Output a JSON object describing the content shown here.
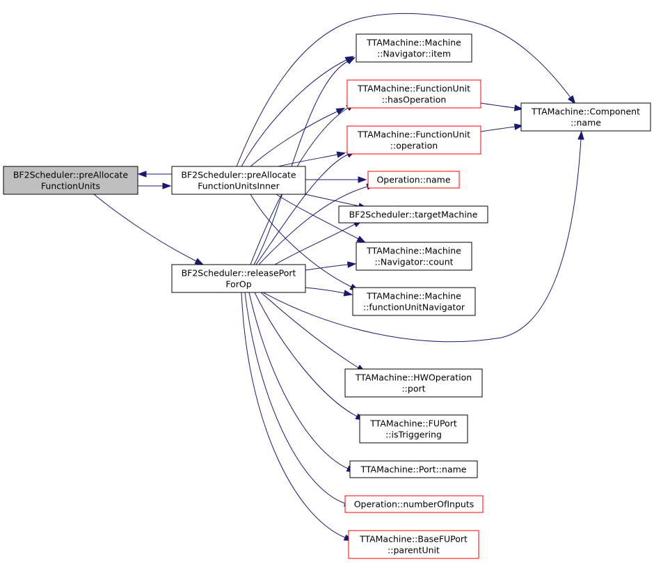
{
  "colors": {
    "edge": "#191970",
    "border_normal": "#000000",
    "border_incomplete": "#ff0000",
    "fill_focus": "#bfbfbf",
    "fill_normal": "#ffffff"
  },
  "nodes": [
    {
      "id": "preAllocate",
      "lines": [
        "BF2Scheduler::preAllocate",
        "FunctionUnits"
      ],
      "style": "focus"
    },
    {
      "id": "preAllocateInner",
      "lines": [
        "BF2Scheduler::preAllocate",
        "FunctionUnitsInner"
      ],
      "style": "normal"
    },
    {
      "id": "releasePort",
      "lines": [
        "BF2Scheduler::releasePort",
        "ForOp"
      ],
      "style": "normal"
    },
    {
      "id": "navItem",
      "lines": [
        "TTAMachine::Machine",
        "::Navigator::item"
      ],
      "style": "normal"
    },
    {
      "id": "fuHasOp",
      "lines": [
        "TTAMachine::FunctionUnit",
        "::hasOperation"
      ],
      "style": "incomplete"
    },
    {
      "id": "fuOperation",
      "lines": [
        "TTAMachine::FunctionUnit",
        "::operation"
      ],
      "style": "incomplete"
    },
    {
      "id": "compName",
      "lines": [
        "TTAMachine::Component",
        "::name"
      ],
      "style": "normal"
    },
    {
      "id": "opName",
      "lines": [
        "Operation::name"
      ],
      "style": "incomplete"
    },
    {
      "id": "targetMachine",
      "lines": [
        "BF2Scheduler::targetMachine"
      ],
      "style": "normal"
    },
    {
      "id": "navCount",
      "lines": [
        "TTAMachine::Machine",
        "::Navigator::count"
      ],
      "style": "normal"
    },
    {
      "id": "fuNavigator",
      "lines": [
        "TTAMachine::Machine",
        "::functionUnitNavigator"
      ],
      "style": "normal"
    },
    {
      "id": "hwPort",
      "lines": [
        "TTAMachine::HWOperation",
        "::port"
      ],
      "style": "normal"
    },
    {
      "id": "isTriggering",
      "lines": [
        "TTAMachine::FUPort",
        "::isTriggering"
      ],
      "style": "normal"
    },
    {
      "id": "portName",
      "lines": [
        "TTAMachine::Port::name"
      ],
      "style": "normal"
    },
    {
      "id": "numInputs",
      "lines": [
        "Operation::numberOfInputs"
      ],
      "style": "incomplete"
    },
    {
      "id": "parentUnit",
      "lines": [
        "TTAMachine::BaseFUPort",
        "::parentUnit"
      ],
      "style": "incomplete"
    }
  ],
  "edges": [
    {
      "from": "preAllocate",
      "to": "preAllocateInner"
    },
    {
      "from": "preAllocate",
      "to": "releasePort"
    },
    {
      "from": "preAllocateInner",
      "to": "preAllocate"
    },
    {
      "from": "preAllocateInner",
      "to": "navItem"
    },
    {
      "from": "preAllocateInner",
      "to": "fuHasOp"
    },
    {
      "from": "preAllocateInner",
      "to": "fuOperation"
    },
    {
      "from": "preAllocateInner",
      "to": "compName"
    },
    {
      "from": "preAllocateInner",
      "to": "opName"
    },
    {
      "from": "preAllocateInner",
      "to": "targetMachine"
    },
    {
      "from": "preAllocateInner",
      "to": "navCount"
    },
    {
      "from": "preAllocateInner",
      "to": "fuNavigator"
    },
    {
      "from": "releasePort",
      "to": "navItem"
    },
    {
      "from": "releasePort",
      "to": "fuHasOp"
    },
    {
      "from": "releasePort",
      "to": "fuOperation"
    },
    {
      "from": "releasePort",
      "to": "opName"
    },
    {
      "from": "releasePort",
      "to": "targetMachine"
    },
    {
      "from": "releasePort",
      "to": "navCount"
    },
    {
      "from": "releasePort",
      "to": "fuNavigator"
    },
    {
      "from": "releasePort",
      "to": "compName"
    },
    {
      "from": "releasePort",
      "to": "hwPort"
    },
    {
      "from": "releasePort",
      "to": "isTriggering"
    },
    {
      "from": "releasePort",
      "to": "portName"
    },
    {
      "from": "releasePort",
      "to": "numInputs"
    },
    {
      "from": "releasePort",
      "to": "parentUnit"
    },
    {
      "from": "fuHasOp",
      "to": "compName"
    },
    {
      "from": "fuOperation",
      "to": "compName"
    }
  ]
}
